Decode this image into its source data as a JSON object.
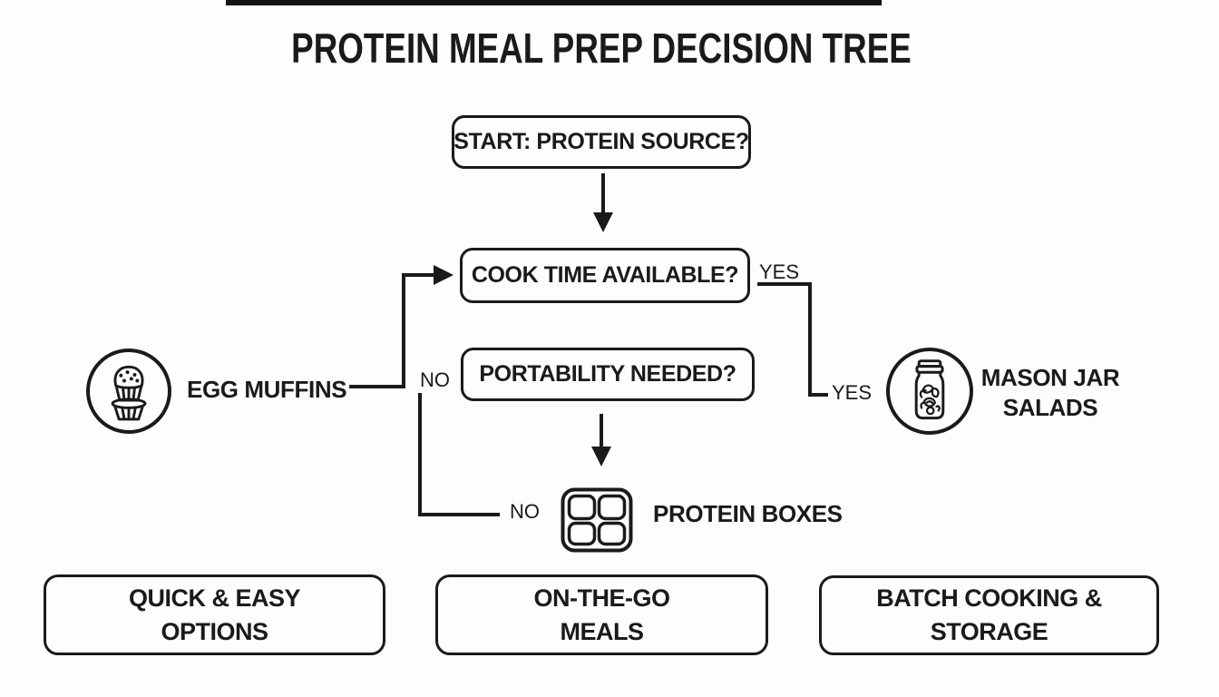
{
  "title": "PROTEIN MEAL PREP DECISION TREE",
  "colors": {
    "ink": "#1a1a1a",
    "background": "#fdfdfd"
  },
  "nodes": {
    "start": {
      "label": "START: PROTEIN SOURCE?"
    },
    "cook_time": {
      "label": "COOK TIME AVAILABLE?"
    },
    "portability": {
      "label": "PORTABILITY NEEDED?"
    }
  },
  "branches": {
    "cook_time_yes": "YES",
    "mason_jar_yes": "YES",
    "cook_time_no": "NO",
    "portability_no": "NO"
  },
  "outcomes": {
    "egg_muffins": {
      "label": "EGG MUFFINS",
      "icon": "muffin-icon"
    },
    "mason_jar_salads": {
      "line1": "MASON JAR",
      "line2": "SALADS",
      "icon": "mason-jar-icon"
    },
    "protein_boxes": {
      "label": "PROTEIN BOXES",
      "icon": "bento-box-icon"
    }
  },
  "categories": [
    {
      "line1": "QUICK & EASY",
      "line2": "OPTIONS"
    },
    {
      "line1": "ON-THE-GO",
      "line2": "MEALS"
    },
    {
      "line1": "BATCH COOKING &",
      "line2": "STORAGE"
    }
  ]
}
